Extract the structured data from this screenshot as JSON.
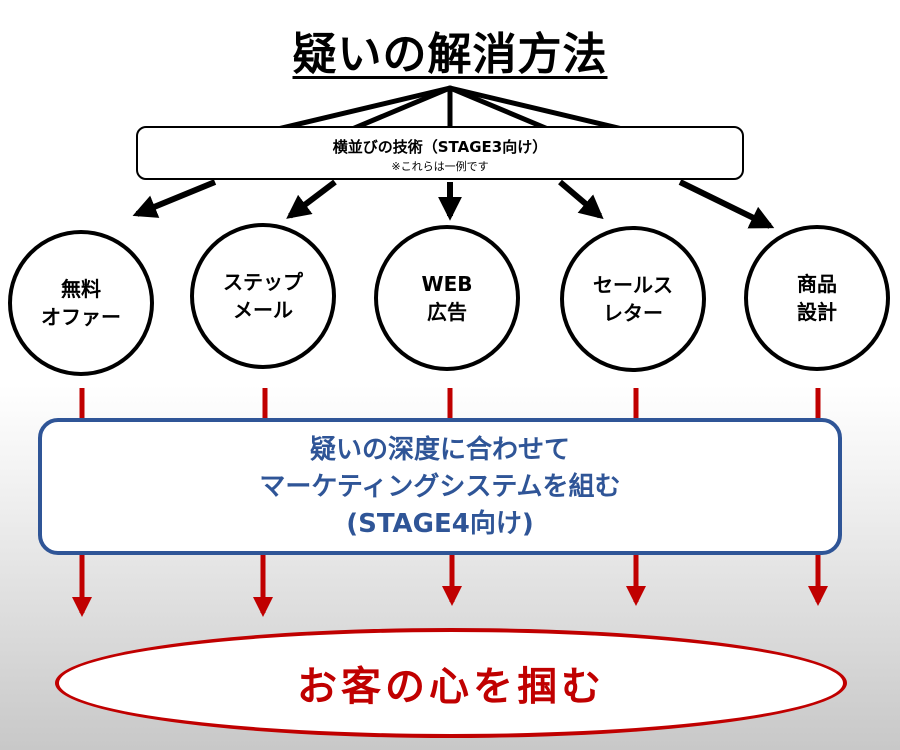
{
  "title": "疑いの解消方法",
  "top_box": {
    "label": "横並びの技術（STAGE3向け）",
    "note": "※これらは一例です"
  },
  "circles": [
    {
      "line1": "無料",
      "line2": "オファー"
    },
    {
      "line1": "ステップ",
      "line2": "メール"
    },
    {
      "line1": "WEB",
      "line2": "広告"
    },
    {
      "line1": "セールス",
      "line2": "レター"
    },
    {
      "line1": "商品",
      "line2": "設計"
    }
  ],
  "middle_box": {
    "line1": "疑いの深度に合わせて",
    "line2": "マーケティングシステムを組む",
    "line3": "(STAGE4向け)"
  },
  "bottom": {
    "label": "お客の心を掴む"
  },
  "colors": {
    "black_arrows": "#000000",
    "red_arrows": "#c00000",
    "middle_box_border": "#2f5597",
    "bottom_ellipse": "#c00000"
  }
}
